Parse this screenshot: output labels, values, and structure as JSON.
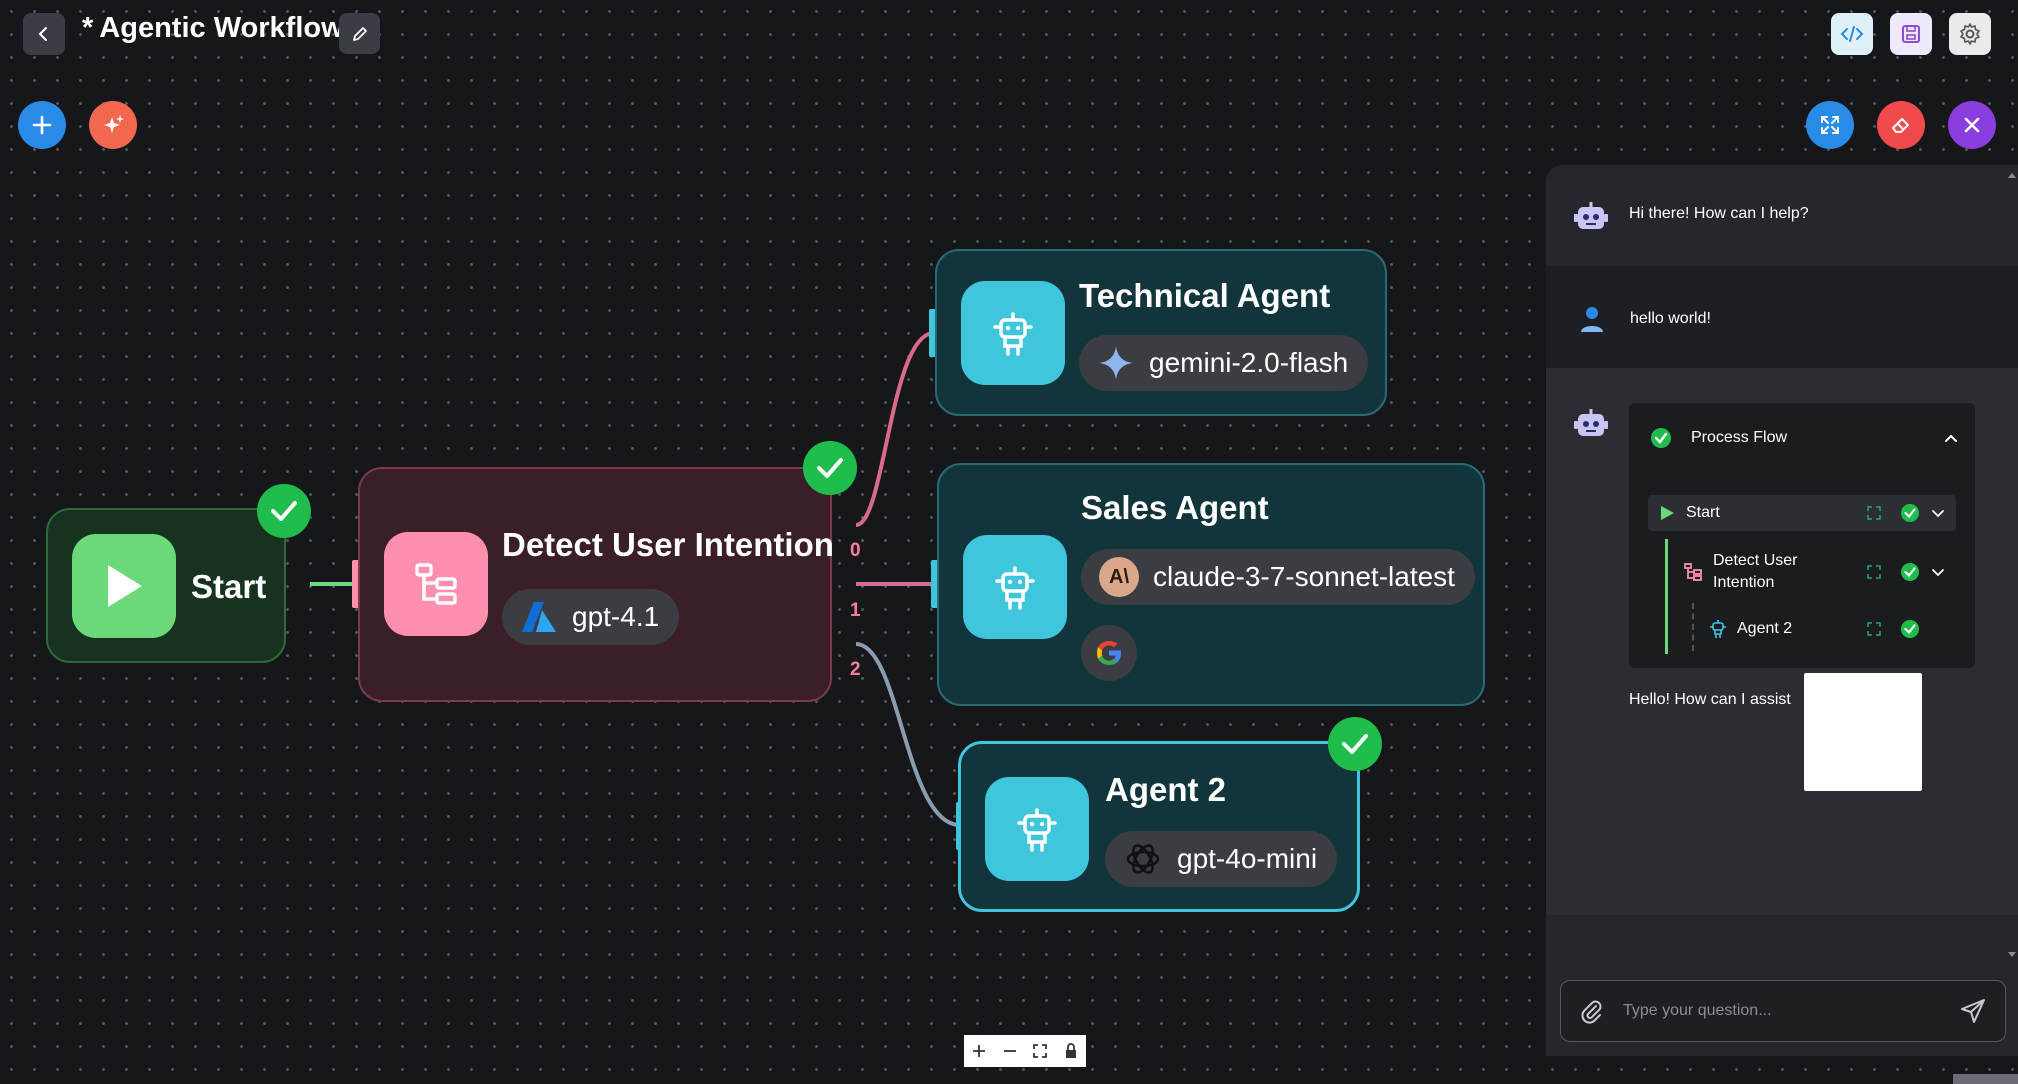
{
  "header": {
    "unsaved_marker": "*",
    "title": "Agentic Workflow"
  },
  "nodes": {
    "start": {
      "label": "Start"
    },
    "detect": {
      "label": "Detect User Intention",
      "model": "gpt-4.1"
    },
    "technical": {
      "label": "Technical Agent",
      "model": "gemini-2.0-flash"
    },
    "sales": {
      "label": "Sales Agent",
      "model": "claude-3-7-sonnet-latest"
    },
    "agent2": {
      "label": "Agent 2",
      "model": "gpt-4o-mini"
    }
  },
  "ports": [
    "0",
    "1",
    "2"
  ],
  "chat": {
    "messages": [
      {
        "role": "bot",
        "text": "Hi there! How can I help?"
      },
      {
        "role": "user",
        "text": "hello world!"
      }
    ],
    "process_flow": {
      "title": "Process Flow",
      "steps": [
        {
          "label": "Start"
        },
        {
          "label": "Detect User Intention"
        },
        {
          "label": "Agent 2"
        }
      ]
    },
    "reply": "Hello! How can I assist",
    "input_placeholder": "Type your question..."
  },
  "colors": {
    "start_accent": "#6bd97a",
    "detect_accent": "#ff8fae",
    "agent_accent": "#3fc6dc",
    "success": "#1fbe4c"
  }
}
